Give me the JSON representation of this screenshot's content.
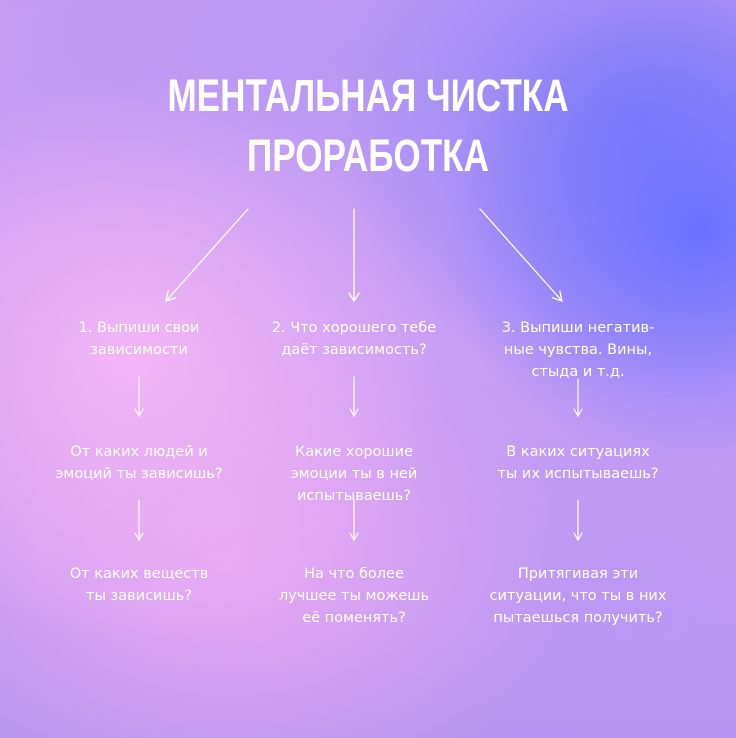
{
  "title": {
    "line1": "МЕНТАЛЬНАЯ ЧИСТКА",
    "line2": "ПРОРАБОТКА"
  },
  "columns": [
    {
      "step": [
        "1. Выпиши свои",
        "зависимости"
      ],
      "question1": [
        "От каких людей и",
        "эмоций ты зависишь?"
      ],
      "question2": [
        "От каких веществ",
        "ты зависишь?"
      ]
    },
    {
      "step": [
        "2. Что хорошего тебе",
        "даёт зависимость?"
      ],
      "question1": [
        "Какие хорошие",
        "эмоции ты в ней",
        "испытываешь?"
      ],
      "question2": [
        "На что более",
        "лучшее ты можешь",
        "её поменять?"
      ]
    },
    {
      "step": [
        "3. Выпиши негатив-",
        "ные чувства. Вины,",
        "стыда и т.д."
      ],
      "question1": [
        "В каких ситуациях",
        "ты их испытываешь?"
      ],
      "question2": [
        "Притягивая эти",
        "ситуации, что ты в них",
        "пытаешься получить?"
      ]
    }
  ],
  "colors": {
    "text": "#ffffff",
    "arrow": "#ffffff",
    "accent_blue": "#6870ff",
    "accent_pink": "#f6b6f6"
  }
}
